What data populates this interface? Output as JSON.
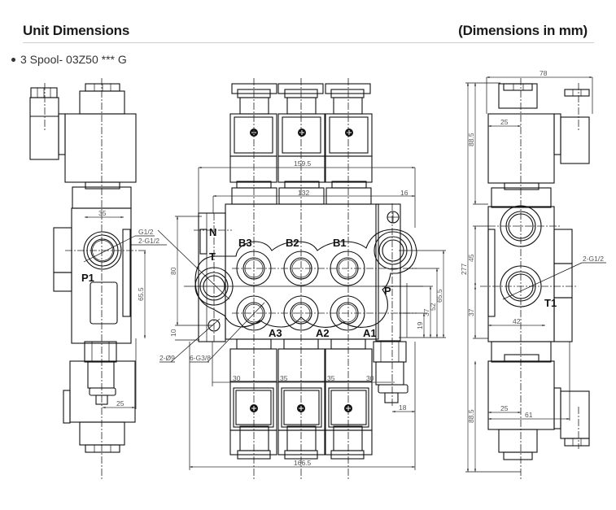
{
  "header": {
    "title": "Unit Dimensions",
    "units_note": "(Dimensions in mm)"
  },
  "model": {
    "label": "3 Spool- 03Z50 *** G"
  },
  "left_view": {
    "dims": {
      "d35": "35",
      "d65_5": "65.5",
      "d25": "25"
    },
    "callouts": {
      "g12": "G1/2",
      "g12x2": "2-G1/2"
    },
    "ports": {
      "p1": "P1"
    }
  },
  "front_view": {
    "dims": {
      "d159_5": "159.5",
      "d132": "132",
      "d16": "16",
      "d80": "80",
      "d10": "10",
      "d65_5": "65.5",
      "d52": "52",
      "d37": "37",
      "d19": "19",
      "d30a": "30",
      "d35a": "35",
      "d35b": "35",
      "d30b": "30",
      "d18": "18",
      "d166_5": "166.5"
    },
    "callouts": {
      "holes": "2-Ø9",
      "ports": "6-G3/8"
    },
    "ports": {
      "n": "N",
      "t": "T",
      "p": "P",
      "b3": "B3",
      "b2": "B2",
      "b1": "B1",
      "a3": "A3",
      "a2": "A2",
      "a1": "A1"
    }
  },
  "right_view": {
    "dims": {
      "d78": "78",
      "d88_5_top": "88.5",
      "d25_top": "25",
      "d277": "277",
      "d45": "45",
      "d37": "37",
      "d42": "42",
      "d88_5_bot": "88.5",
      "d25_bot": "25",
      "d61": "61"
    },
    "callouts": {
      "g12x2": "2-G1/2"
    },
    "ports": {
      "t1": "T1"
    }
  }
}
